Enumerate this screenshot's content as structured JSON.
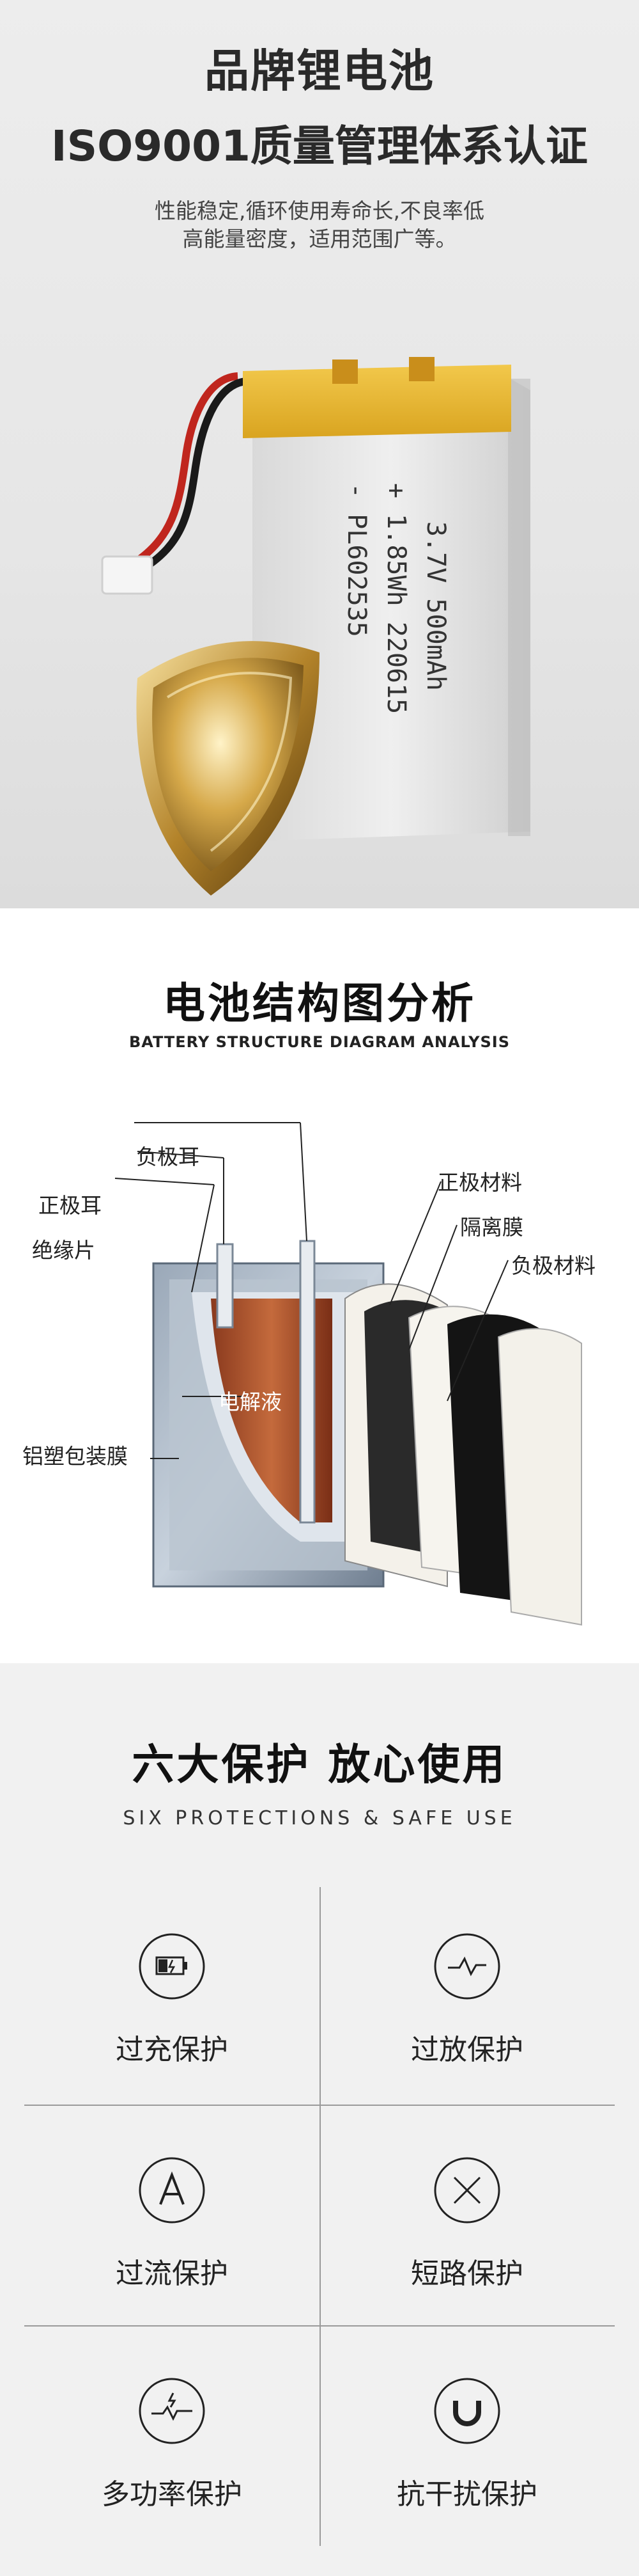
{
  "hero": {
    "title_line1": "品牌锂电池",
    "title_line2": "ISO9001质量管理体系认证",
    "subtitle_line1": "性能稳定,循环使用寿命长,不良率低",
    "subtitle_line2": "高能量密度，适用范围广等。",
    "battery_print": {
      "line1": "- PL602535",
      "line2": "+ 1.85Wh 220615",
      "line3": "3.7V 500mAh"
    }
  },
  "structure": {
    "title": "电池结构图分析",
    "subtitle": "BATTERY STRUCTURE DIAGRAM ANALYSIS",
    "labels": {
      "negative_tab": "负极耳",
      "positive_tab": "正极耳",
      "insulation": "绝缘片",
      "aluminum_film": "铝塑包装膜",
      "electrolyte": "电解液",
      "positive_material": "正极材料",
      "separator": "隔离膜",
      "negative_material": "负极材料"
    }
  },
  "protections": {
    "title": "六大保护 放心使用",
    "subtitle": "SIX PROTECTIONS & SAFE USE",
    "items": [
      {
        "label": "过充保护",
        "icon": "battery-charge-icon"
      },
      {
        "label": "过放保护",
        "icon": "pulse-wave-icon"
      },
      {
        "label": "过流保护",
        "icon": "letter-a-icon"
      },
      {
        "label": "短路保护",
        "icon": "x-mark-icon"
      },
      {
        "label": "多功率保护",
        "icon": "power-spike-icon"
      },
      {
        "label": "抗干扰保护",
        "icon": "magnet-icon"
      }
    ]
  }
}
